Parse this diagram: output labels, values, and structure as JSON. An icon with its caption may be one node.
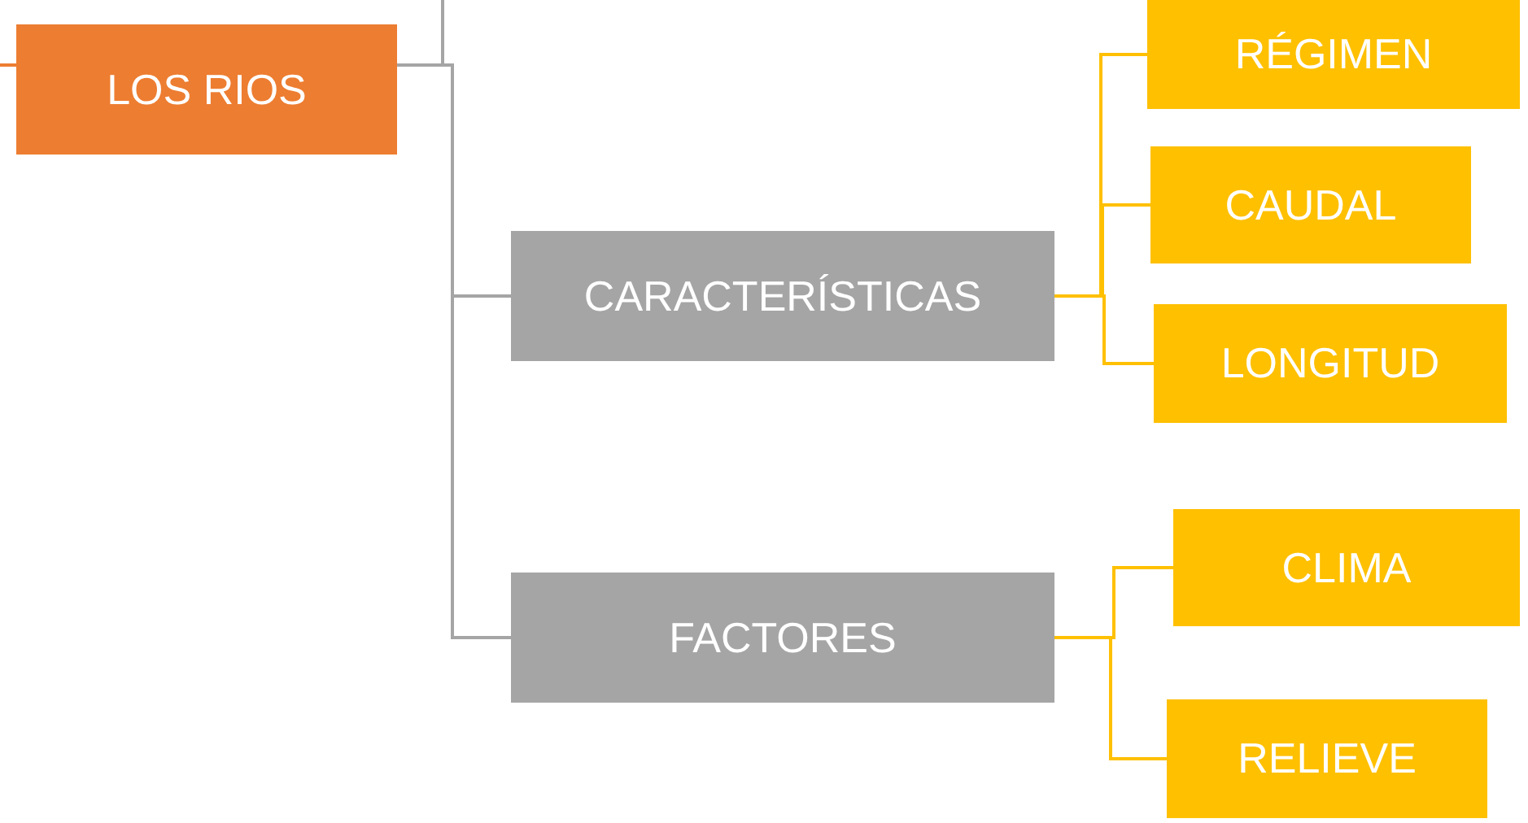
{
  "diagram": {
    "nodes": [
      {
        "text": [
          "LOS RIOS"
        ]
      },
      {
        "text": [
          "CARACTERÍSTICAS"
        ]
      },
      {
        "text": [
          "FACTORES"
        ]
      },
      {
        "text": [
          "RÉGIMEN"
        ]
      },
      {
        "text": [
          "CAUDAL"
        ]
      },
      {
        "text": [
          "LONGITUD"
        ]
      },
      {
        "text": [
          "CLIMA"
        ]
      },
      {
        "text": [
          "RELIEVE"
        ]
      }
    ],
    "edges": [
      {
        "from": null,
        "to": 0,
        "arrow": "none",
        "color": "#ed7d31"
      },
      {
        "from": null,
        "to": 0,
        "arrow": "none",
        "color": "#a5a5a5"
      },
      {
        "from": 0,
        "to": 1,
        "arrow": "none",
        "color": "#a5a5a5"
      },
      {
        "from": 0,
        "to": 2,
        "arrow": "none",
        "color": "#a5a5a5"
      },
      {
        "from": 1,
        "to": 3,
        "arrow": "none"
      },
      {
        "from": 1,
        "to": 4,
        "arrow": "none"
      },
      {
        "from": 1,
        "to": 5,
        "arrow": "none"
      },
      {
        "from": 2,
        "to": 6,
        "arrow": "none"
      },
      {
        "from": 2,
        "to": 7,
        "arrow": "none"
      }
    ]
  }
}
